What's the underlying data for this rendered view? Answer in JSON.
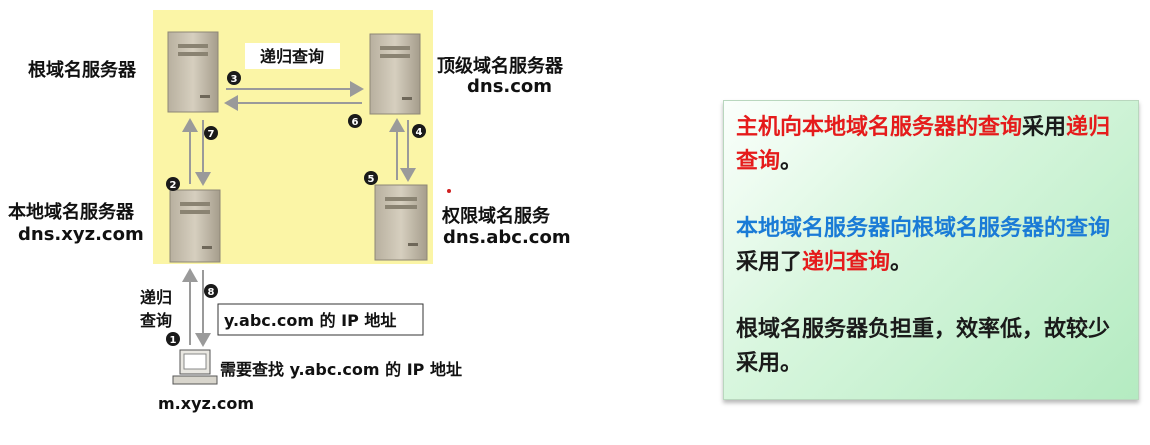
{
  "diagram": {
    "banner": "递归查询",
    "root_server": "根域名服务器",
    "tld_server": "顶级域名服务器",
    "tld_domain": "dns.com",
    "local_server": "本地域名服务器",
    "local_domain": "dns.xyz.com",
    "auth_server": "权限域名服务",
    "auth_domain": "dns.abc.com",
    "query_type_line1": "递归",
    "query_type_line2": "查询",
    "answer_box": "y.abc.com 的 IP 地址",
    "host_need": "需要查找 y.abc.com 的 IP 地址",
    "host_name": "m.xyz.com",
    "steps": [
      "1",
      "2",
      "3",
      "4",
      "5",
      "6",
      "7",
      "8"
    ],
    "colors": {
      "highlight": "#fbf5a6",
      "server": "#c9c2b2",
      "arrow": "#9a9a9a"
    }
  },
  "info": {
    "p1_red": "主机向本地域名服务器的查询",
    "p1_black": "采用",
    "p1_red2": "递归查询",
    "p1_end": "。",
    "p2_blue": "本地域名服务器向根域名服务器的查询",
    "p2_black": "采用了",
    "p2_red": "递归查询",
    "p2_end": "。",
    "p3": "根域名服务器负担重，效率低，故较少采用。",
    "colors": {
      "red": "#e51b1b",
      "blue": "#1a7bd6",
      "box_bg": "#c8f0d0"
    }
  }
}
